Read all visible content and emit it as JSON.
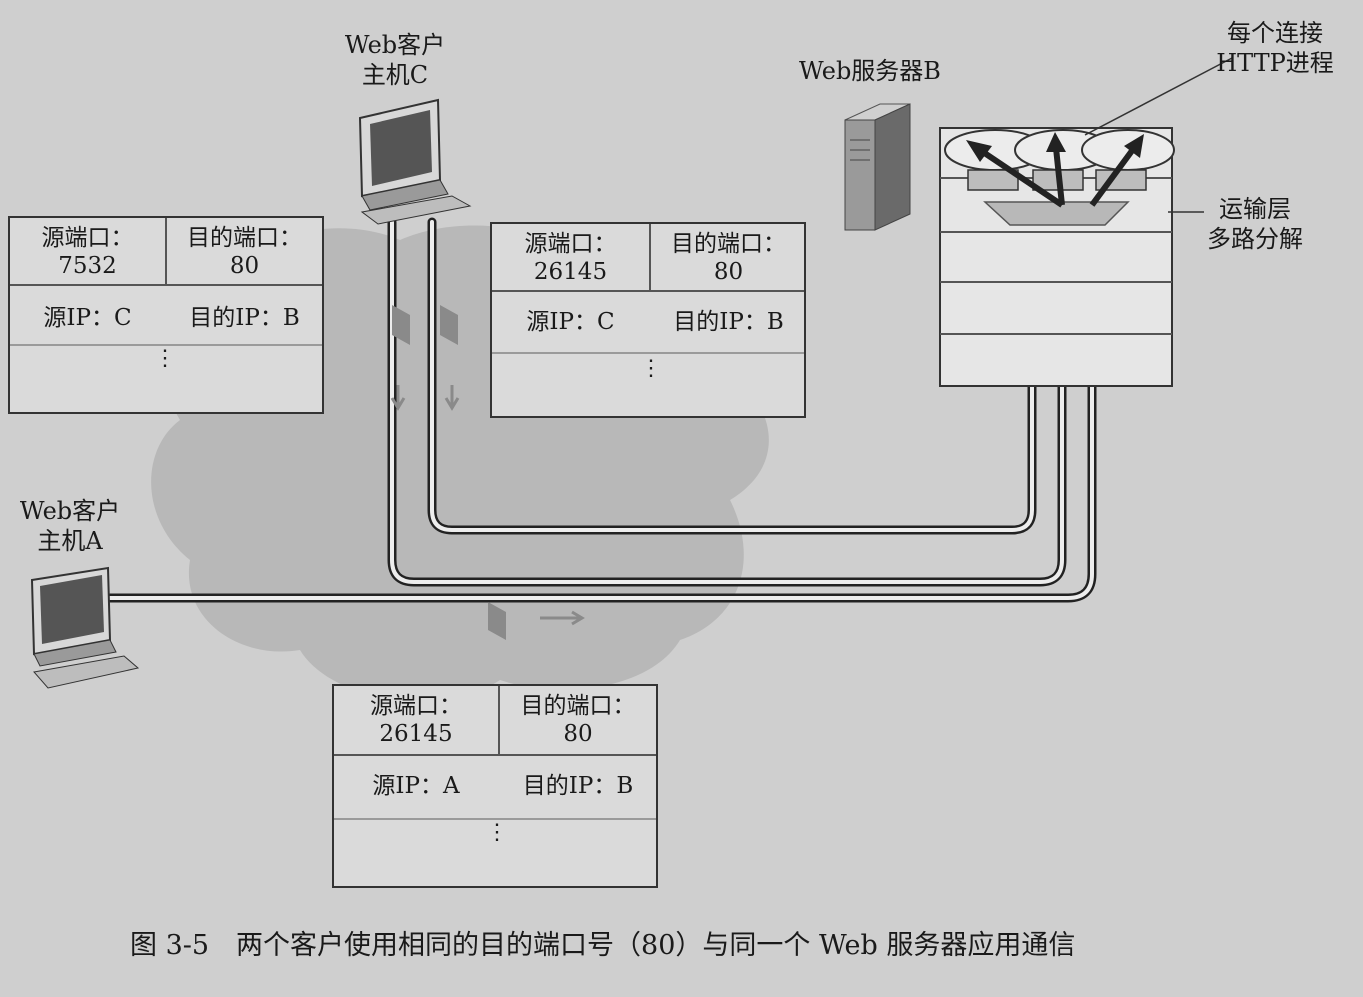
{
  "hosts": {
    "client_c": [
      "Web客户",
      "主机C"
    ],
    "client_a": [
      "Web客户",
      "主机A"
    ],
    "server_b": "Web服务器B"
  },
  "annotations": {
    "per_connection": [
      "每个连接",
      "HTTP进程"
    ],
    "transport_demux": [
      "运输层",
      "多路分解"
    ]
  },
  "segments": {
    "left_c": {
      "src_port_label": "源端口：",
      "src_port": "7532",
      "dst_port_label": "目的端口：",
      "dst_port": "80",
      "src_ip": "源IP：C",
      "dst_ip": "目的IP：B",
      "more": "⋮"
    },
    "mid_c": {
      "src_port_label": "源端口：",
      "src_port": "26145",
      "dst_port_label": "目的端口：",
      "dst_port": "80",
      "src_ip": "源IP：C",
      "dst_ip": "目的IP：B",
      "more": "⋮"
    },
    "bottom_a": {
      "src_port_label": "源端口：",
      "src_port": "26145",
      "dst_port_label": "目的端口：",
      "dst_port": "80",
      "src_ip": "源IP：A",
      "dst_ip": "目的IP：B",
      "more": "⋮"
    }
  },
  "caption": "图 3-5　两个客户使用相同的目的端口号（80）与同一个 Web 服务器应用通信"
}
